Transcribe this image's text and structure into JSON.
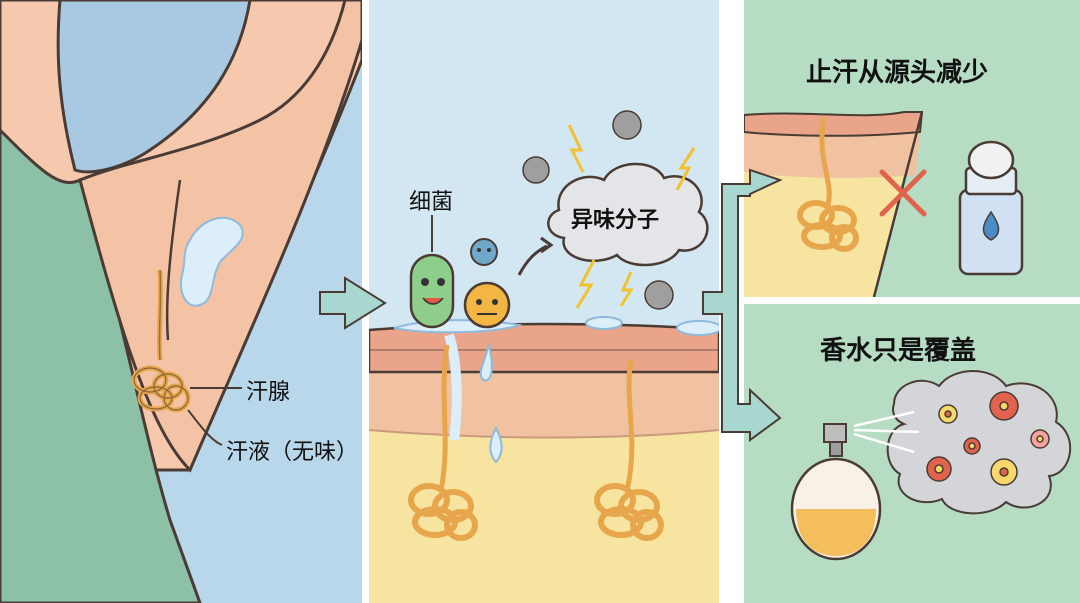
{
  "labels": {
    "sweat_gland": "汗腺",
    "sweat": "汗液（无味）",
    "bacteria": "细菌",
    "odor_molecules": "异味分子"
  },
  "panels": {
    "antiperspirant": {
      "title": "止汗从源头减少"
    },
    "perfume": {
      "title": "香水只是覆盖"
    }
  },
  "colors": {
    "skin": "#f6c9ae",
    "shirt": "#8cc0a7",
    "sky": "#b9d7ea",
    "fat": "#f7e4a0",
    "gland": "#e7a64b",
    "outline": "#4a3b35",
    "cross": "#e2634d"
  }
}
